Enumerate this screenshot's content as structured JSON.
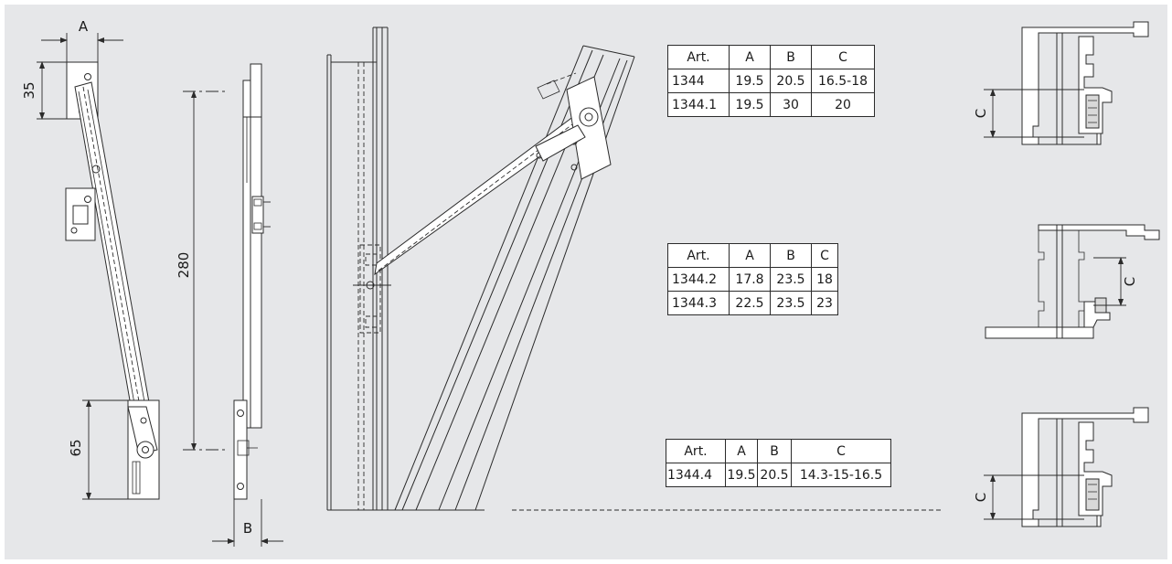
{
  "dimensions": {
    "a_top": "A",
    "d35": "35",
    "d280": "280",
    "d65": "65",
    "b_bottom": "B",
    "c1": "C",
    "c2": "C",
    "c3": "C"
  },
  "tables": [
    {
      "header": [
        "Art.",
        "A",
        "B",
        "C"
      ],
      "rows": [
        [
          "1344",
          "19.5",
          "20.5",
          "16.5-18"
        ],
        [
          "1344.1",
          "19.5",
          "30",
          "20"
        ]
      ]
    },
    {
      "header": [
        "Art.",
        "A",
        "B",
        "C"
      ],
      "rows": [
        [
          "1344.2",
          "17.8",
          "23.5",
          "18"
        ],
        [
          "1344.3",
          "22.5",
          "23.5",
          "23"
        ]
      ]
    },
    {
      "header": [
        "Art.",
        "A",
        "B",
        "C"
      ],
      "rows": [
        [
          "1344.4",
          "19.5",
          "20.5",
          "14.3-15-16.5"
        ]
      ]
    }
  ],
  "colors": {
    "background": "#e6e7e9",
    "line": "#2b2b2b"
  }
}
